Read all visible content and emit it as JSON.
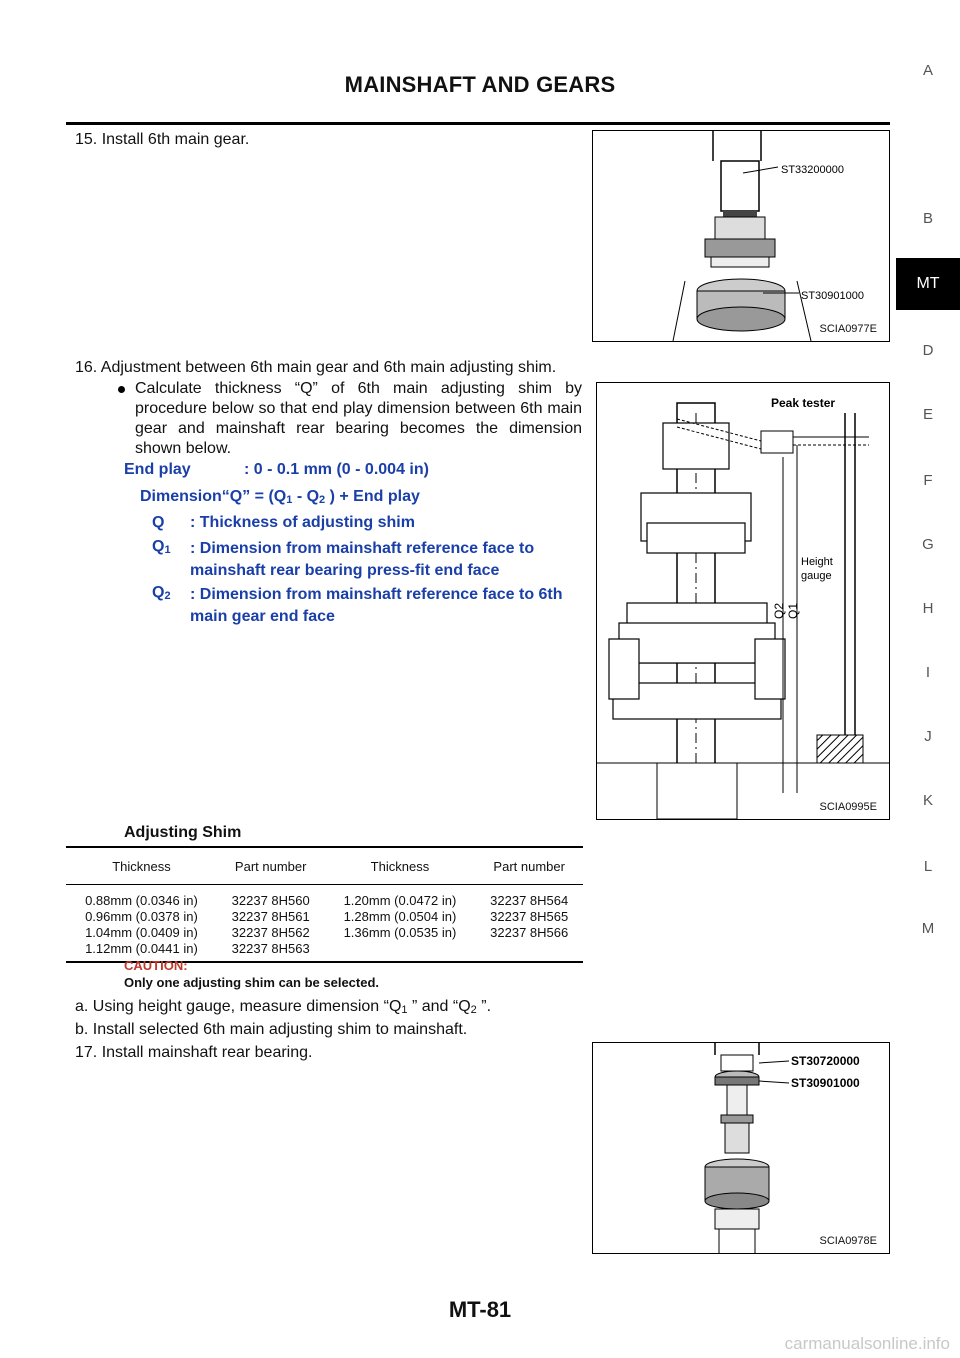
{
  "header": {
    "title": "MAINSHAFT AND GEARS"
  },
  "sidebar": {
    "letters": [
      "A",
      "B",
      "D",
      "E",
      "F",
      "G",
      "H",
      "I",
      "J",
      "K",
      "L",
      "M"
    ],
    "active": "MT"
  },
  "step15": {
    "text": "15.  Install 6th main gear."
  },
  "fig1": {
    "label1": "ST33200000",
    "label2": "ST30901000",
    "id": "SCIA0977E"
  },
  "step16": {
    "text": "16.  Adjustment between 6th main gear and 6th main adjusting shim.",
    "bullet": "Calculate thickness “Q” of 6th main adjusting shim by procedure below so that end play dimension between 6th main gear and mainshaft rear bearing becomes the dimension shown below."
  },
  "spec": {
    "endplay_label": "End play",
    "endplay_value": ": 0 - 0.1 mm (0 - 0.004 in)",
    "formula_a": "Dimension“Q” = (Q",
    "sub1": "1",
    "formula_b": " - Q",
    "sub2": "2",
    "formula_c": " ) + End play",
    "q_label": "Q",
    "q_desc": ": Thickness of adjusting shim",
    "q1_label": "Q",
    "q1_sub": "1",
    "q1_desc": ": Dimension from mainshaft reference face to mainshaft rear bearing press-fit end face",
    "q2_label": "Q",
    "q2_sub": "2",
    "q2_desc": ": Dimension from mainshaft reference face to 6th main gear end face"
  },
  "fig2": {
    "label_peak": "Peak tester",
    "label_height_1": "Height",
    "label_height_2": "gauge",
    "label_q2": "Q2",
    "label_q1": "Q1",
    "id": "SCIA0995E"
  },
  "shim_table": {
    "title": "Adjusting Shim",
    "headers": [
      "Thickness",
      "Part number",
      "Thickness",
      "Part number"
    ],
    "col1": [
      "0.88mm (0.0346 in)",
      "0.96mm (0.0378 in)",
      "1.04mm (0.0409 in)",
      "1.12mm (0.0441 in)"
    ],
    "col2": [
      "32237 8H560",
      "32237 8H561",
      "32237 8H562",
      "32237 8H563"
    ],
    "col3": [
      "1.20mm (0.0472 in)",
      "1.28mm (0.0504 in)",
      "1.36mm (0.0535 in)"
    ],
    "col4": [
      "32237 8H564",
      "32237 8H565",
      "32237 8H566"
    ]
  },
  "caution": {
    "label": "CAUTION:",
    "text": "Only one adjusting shim can be selected."
  },
  "step_a": {
    "prefix": "a.   Using height gauge, measure dimension “Q",
    "sub1": "1",
    "mid": " ” and “Q",
    "sub2": "2",
    "suffix": " ”."
  },
  "step_b": {
    "text": "b.   Install selected 6th main adjusting shim to mainshaft."
  },
  "step17": {
    "text": "17.  Install mainshaft rear bearing."
  },
  "fig3": {
    "label1": "ST30720000",
    "label2": "ST30901000",
    "id": "SCIA0978E"
  },
  "footer": {
    "page": "MT-81"
  },
  "watermark": {
    "text": "carmanualsonline.info"
  }
}
